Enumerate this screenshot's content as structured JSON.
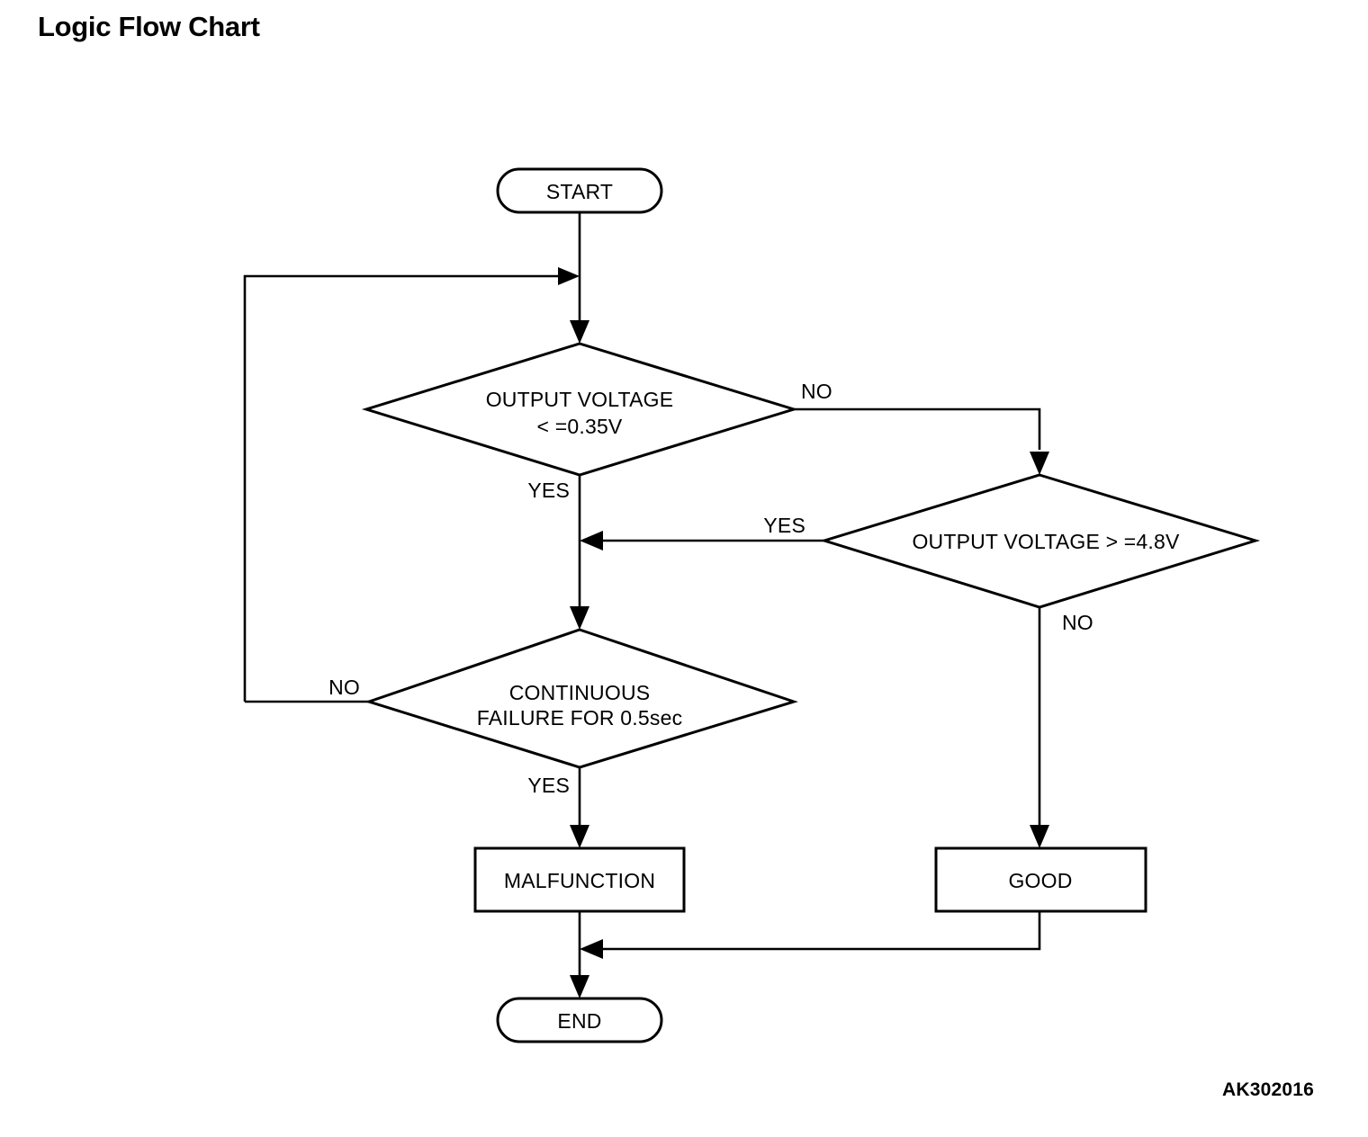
{
  "page": {
    "title": "Logic Flow Chart",
    "watermark": "AK302016",
    "background_color": "#ffffff",
    "line_color": "#000000"
  },
  "chart_data": {
    "type": "diagram",
    "diagram_type": "flowchart",
    "title": "Logic Flow Chart",
    "nodes": [
      {
        "id": "start",
        "shape": "stadium",
        "label": "START"
      },
      {
        "id": "dec1",
        "shape": "diamond",
        "label_line1": "OUTPUT VOLTAGE",
        "label_line2": "< =0.35V"
      },
      {
        "id": "dec2",
        "shape": "diamond",
        "label_line1": "OUTPUT VOLTAGE > =4.8V",
        "label_line2": ""
      },
      {
        "id": "dec3",
        "shape": "diamond",
        "label_line1": "CONTINUOUS",
        "label_line2": "FAILURE FOR 0.5sec"
      },
      {
        "id": "malfunction",
        "shape": "rectangle",
        "label": "MALFUNCTION"
      },
      {
        "id": "good",
        "shape": "rectangle",
        "label": "GOOD"
      },
      {
        "id": "end",
        "shape": "stadium",
        "label": "END"
      }
    ],
    "edges": [
      {
        "from": "start",
        "to": "dec1",
        "label": ""
      },
      {
        "from": "dec1",
        "to": "dec2",
        "label": "NO"
      },
      {
        "from": "dec1",
        "to": "dec3",
        "label": "YES"
      },
      {
        "from": "dec2",
        "to": "dec3",
        "label": "YES"
      },
      {
        "from": "dec2",
        "to": "good",
        "label": "NO"
      },
      {
        "from": "dec3",
        "to": "malfunction",
        "label": "YES"
      },
      {
        "from": "dec3",
        "to": "dec1",
        "label": "NO"
      },
      {
        "from": "malfunction",
        "to": "end",
        "label": ""
      },
      {
        "from": "good",
        "to": "end",
        "label": ""
      }
    ]
  },
  "nodes": {
    "start": {
      "label": "START"
    },
    "decision_low_voltage": {
      "line1": "OUTPUT VOLTAGE",
      "line2": "< =0.35V"
    },
    "decision_high_voltage": {
      "line1": "OUTPUT VOLTAGE > =4.8V"
    },
    "decision_continuous_failure": {
      "line1": "CONTINUOUS",
      "line2": "FAILURE FOR 0.5sec"
    },
    "malfunction": {
      "label": "MALFUNCTION"
    },
    "good": {
      "label": "GOOD"
    },
    "end": {
      "label": "END"
    }
  },
  "edge_labels": {
    "dec1_no": "NO",
    "dec1_yes": "YES",
    "dec2_yes": "YES",
    "dec2_no": "NO",
    "dec3_no": "NO",
    "dec3_yes": "YES"
  }
}
